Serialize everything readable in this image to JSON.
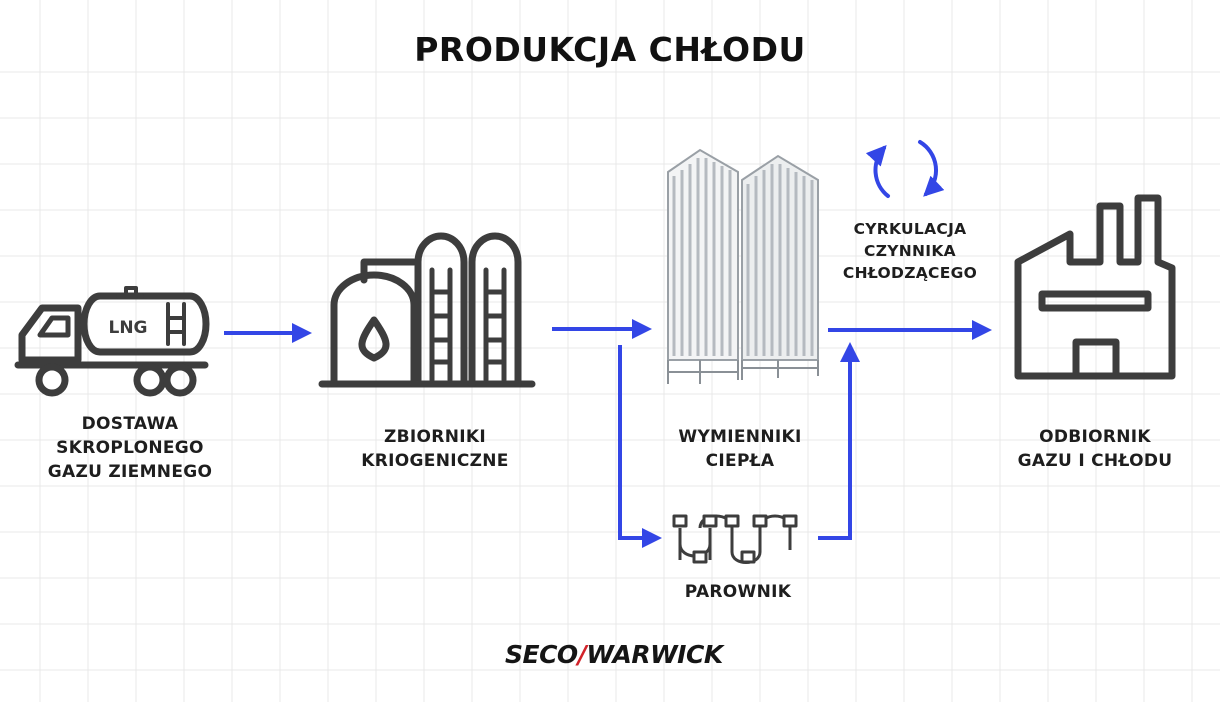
{
  "title": "PRODUKCJA CHŁODU",
  "nodes": {
    "truck": {
      "badge": "LNG",
      "lines": [
        "DOSTAWA",
        "SKROPLONEGO",
        "GAZU ZIEMNEGO"
      ]
    },
    "tanks": {
      "lines": [
        "ZBIORNIKI",
        "KRIOGENICZNE"
      ]
    },
    "exchangers": {
      "lines": [
        "WYMIENNIKI",
        "CIEPŁA"
      ]
    },
    "vaporizer": {
      "lines": [
        "PAROWNIK"
      ]
    },
    "circulation": {
      "lines": [
        "CYRKULACJA",
        "CZYNNIKA",
        "CHŁODZĄCEGO"
      ]
    },
    "factory": {
      "lines": [
        "ODBIORNIK",
        "GAZU I CHŁODU"
      ]
    }
  },
  "logo": {
    "left": "SECO",
    "slash": "/",
    "right": "WARWICK"
  },
  "colors": {
    "arrow": "#3346e6",
    "icon": "#3d3d3d",
    "grid": "#e6e6e6",
    "logo_slash": "#d2232a"
  }
}
